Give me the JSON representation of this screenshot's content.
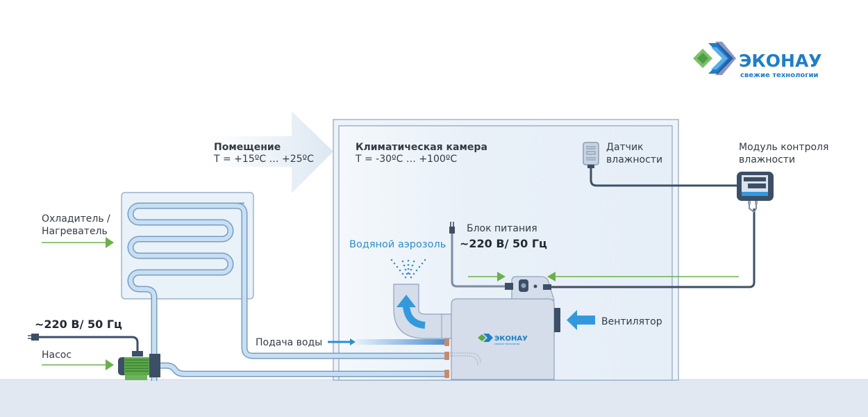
{
  "logo": {
    "brand": "ЭКОНАУ",
    "tagline": "свежие технологии"
  },
  "labels": {
    "room_title": "Помещение",
    "room_temp": "T = +15ºC … +25ºC",
    "chamber_title": "Климатическая камера",
    "chamber_temp": "T = -30ºC … +100ºC",
    "humidity_sensor_line1": "Датчик",
    "humidity_sensor_line2": "влажности",
    "control_module_line1": "Модуль контроля",
    "control_module_line2": "влажности",
    "cooler_line1": "Охладитель /",
    "cooler_line2": "Нагреватель",
    "power_unit_title": "Блок питания",
    "power_unit_voltage": "~220 В/ 50 Гц",
    "water_aerosol": "Водяной аэрозоль",
    "fan": "Вентилятор",
    "water_supply": "Подача воды",
    "pump_voltage": "~220 В/ 50 Гц",
    "pump": "Насос",
    "device_brand": "ЭКОНАУ",
    "device_tagline": "свежие технологии"
  },
  "colors": {
    "green_arrow": "#6ab04c",
    "blue_arrow": "#3399dd",
    "dark_cable": "#3d4f66",
    "pipe_fill": "#c6dff3",
    "pipe_stroke": "#7a9cc0",
    "chamber_fill": "#e7eff8",
    "floor": "#e1e8f2",
    "brand_blue": "#1f7ec7"
  }
}
